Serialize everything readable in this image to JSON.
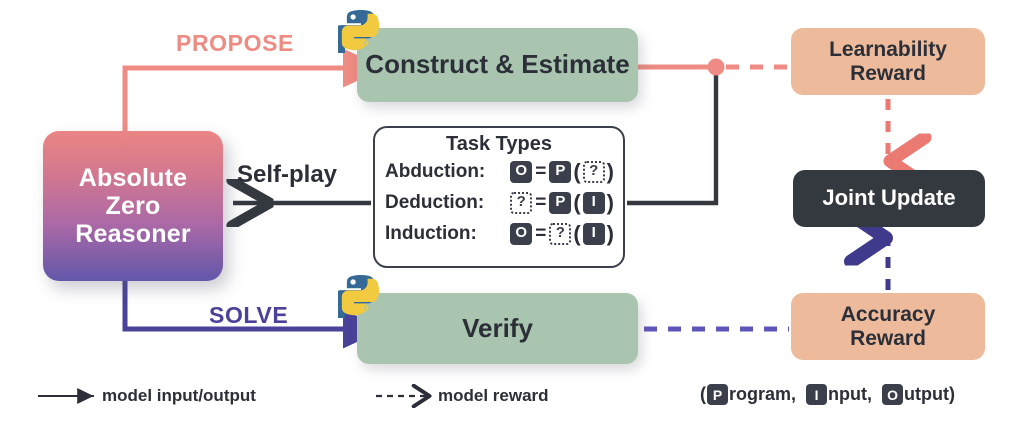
{
  "diagram": {
    "title": "Absolute Zero Reasoner self-play loop",
    "colors": {
      "propose": "#ee8b83",
      "solve": "#4a4299",
      "green_box": "#a9c5b0",
      "orange_box": "#edbb9b",
      "dark_box": "#34383f",
      "ink": "#2c2f38"
    }
  },
  "reasoner": {
    "line1": "Absolute",
    "line2": "Zero",
    "line3": "Reasoner"
  },
  "nodes": {
    "construct": "Construct & Estimate",
    "verify": "Verify",
    "learnability_reward_l1": "Learnability",
    "learnability_reward_l2": "Reward",
    "accuracy_reward_l1": "Accuracy",
    "accuracy_reward_l2": "Reward",
    "joint_update": "Joint Update"
  },
  "edges": {
    "propose": "PROPOSE",
    "solve": "SOLVE",
    "selfplay": "Self-play"
  },
  "task_types": {
    "title": "Task Types",
    "rows": [
      {
        "label": "Abduction:",
        "lhs": "O",
        "lhs_kind": "solid",
        "op": "=",
        "fn": "P",
        "fn_kind": "solid",
        "arg": "?",
        "arg_kind": "dotted"
      },
      {
        "label": "Deduction:",
        "lhs": "?",
        "lhs_kind": "dotted",
        "op": "=",
        "fn": "P",
        "fn_kind": "solid",
        "arg": "I",
        "arg_kind": "solid"
      },
      {
        "label": "Induction:",
        "lhs": "O",
        "lhs_kind": "solid",
        "op": "=",
        "fn": "?",
        "fn_kind": "dotted",
        "arg": "I",
        "arg_kind": "solid"
      }
    ]
  },
  "legend": {
    "model_io": "model input/output",
    "model_reward": "model reward",
    "tuple": {
      "open": "(",
      "p_badge": "P",
      "p_rest": "rogram,",
      "i_badge": "I",
      "i_rest": "nput,",
      "o_badge": "O",
      "o_rest": "utput)"
    }
  },
  "icons": {
    "python": "python-logo",
    "solid_arrow": "solid-arrow",
    "dashed_arrow": "dashed-arrow"
  }
}
